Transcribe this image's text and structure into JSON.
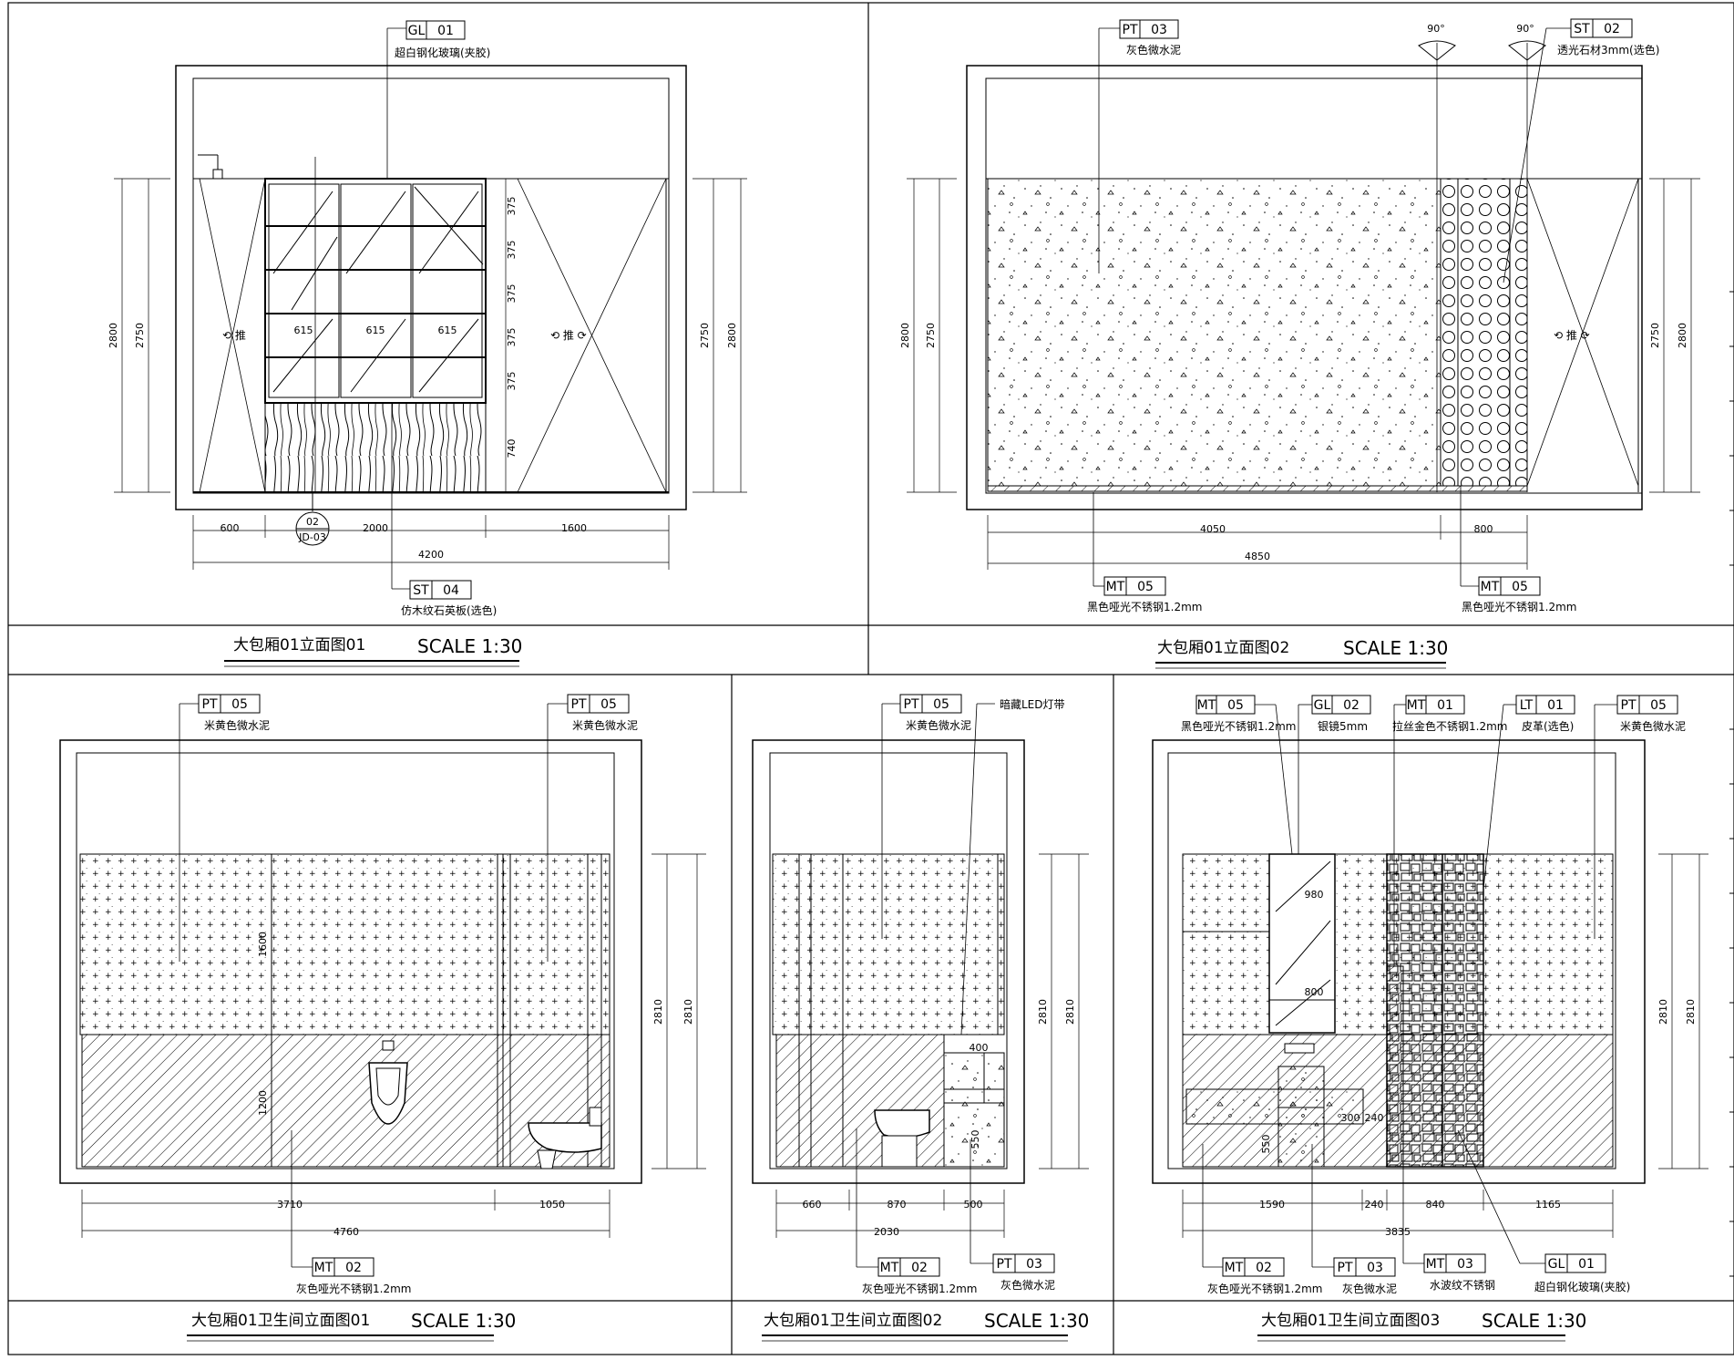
{
  "panels": [
    {
      "title": "大包厢01立面图01",
      "scale": "SCALE 1:30",
      "tags": [
        {
          "code": "GL",
          "num": "01",
          "note": "超白钢化玻璃(夹胶)"
        },
        {
          "code": "ST",
          "num": "04",
          "note": "仿木纹石英板(选色)"
        }
      ],
      "callout": {
        "num": "02",
        "sheet": "JD-03"
      },
      "dims": [
        "600",
        "2000",
        "1600",
        "4200",
        "2800",
        "2750",
        "375",
        "615",
        "740"
      ]
    },
    {
      "title": "大包厢01立面图02",
      "scale": "SCALE 1:30",
      "tags": [
        {
          "code": "PT",
          "num": "03",
          "note": "灰色微水泥"
        },
        {
          "code": "ST",
          "num": "02",
          "note": "透光石材3mm(选色)"
        },
        {
          "code": "MT",
          "num": "05",
          "note": "黑色哑光不锈钢1.2mm"
        },
        {
          "code": "MT",
          "num": "05",
          "note": "黑色哑光不锈钢1.2mm"
        }
      ],
      "angles": [
        "90°",
        "90°"
      ],
      "dims": [
        "4050",
        "800",
        "4850",
        "2800",
        "2750"
      ]
    },
    {
      "title": "大包厢01卫生间立面图01",
      "scale": "SCALE 1:30",
      "tags": [
        {
          "code": "PT",
          "num": "05",
          "note": "米黄色微水泥"
        },
        {
          "code": "PT",
          "num": "05",
          "note": "米黄色微水泥"
        },
        {
          "code": "MT",
          "num": "02",
          "note": "灰色哑光不锈钢1.2mm"
        }
      ],
      "dims": [
        "3710",
        "1050",
        "4760",
        "2810",
        "1200",
        "1600"
      ]
    },
    {
      "title": "大包厢01卫生间立面图02",
      "scale": "SCALE 1:30",
      "tags": [
        {
          "code": "PT",
          "num": "05",
          "note": "米黄色微水泥"
        },
        {
          "code": "MT",
          "num": "02",
          "note": "灰色哑光不锈钢1.2mm"
        },
        {
          "code": "PT",
          "num": "03",
          "note": "灰色微水泥"
        }
      ],
      "extra_note": "暗藏LED灯带",
      "dims": [
        "660",
        "870",
        "500",
        "2030",
        "2810",
        "400",
        "550"
      ]
    },
    {
      "title": "大包厢01卫生间立面图03",
      "scale": "SCALE 1:30",
      "tags": [
        {
          "code": "MT",
          "num": "05",
          "note": "黑色哑光不锈钢1.2mm"
        },
        {
          "code": "GL",
          "num": "02",
          "note": "银镜5mm"
        },
        {
          "code": "MT",
          "num": "01",
          "note": "拉丝金色不锈钢1.2mm"
        },
        {
          "code": "LT",
          "num": "01",
          "note": "皮革(选色)"
        },
        {
          "code": "PT",
          "num": "05",
          "note": "米黄色微水泥"
        },
        {
          "code": "MT",
          "num": "02",
          "note": "灰色哑光不锈钢1.2mm"
        },
        {
          "code": "PT",
          "num": "03",
          "note": "灰色微水泥"
        },
        {
          "code": "MT",
          "num": "03",
          "note": "水波纹不锈钢"
        },
        {
          "code": "GL",
          "num": "01",
          "note": "超白钢化玻璃(夹胶)"
        }
      ],
      "dims": [
        "1590",
        "240",
        "840",
        "1165",
        "3835",
        "2810",
        "980",
        "800",
        "550",
        "300",
        "240"
      ]
    }
  ]
}
